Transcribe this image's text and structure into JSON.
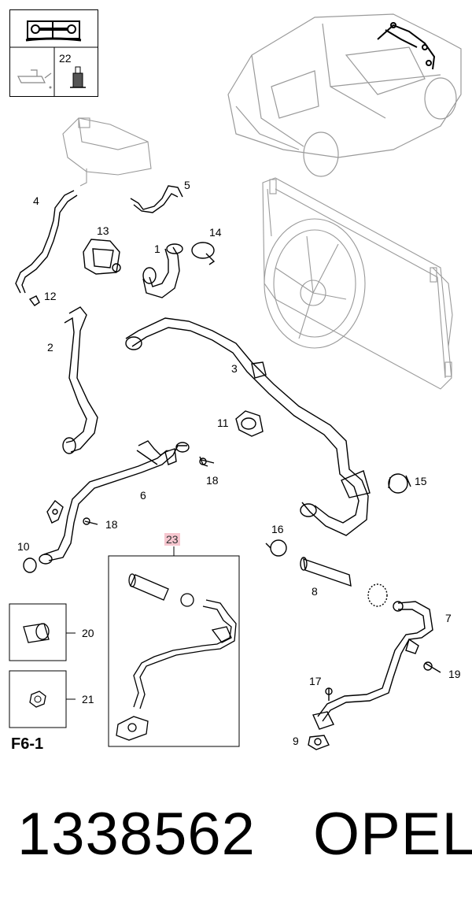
{
  "header_box": {
    "tool_count": "22"
  },
  "callouts": {
    "c1": "1",
    "c2": "2",
    "c3": "3",
    "c4": "4",
    "c5": "5",
    "c6": "6",
    "c7": "7",
    "c8": "8",
    "c9": "9",
    "c10": "10",
    "c11": "11",
    "c12": "12",
    "c13": "13",
    "c14": "14",
    "c15": "15",
    "c16": "16",
    "c17": "17",
    "c18a": "18",
    "c18b": "18",
    "c19": "19",
    "c20": "20",
    "c21": "21",
    "c23": "23"
  },
  "sheet_code": "F6-1",
  "part_number": "1338562",
  "brand": "OPEL",
  "colors": {
    "line": "#000000",
    "faint": "#9a9a9a",
    "highlight": "#f6c6cf"
  }
}
